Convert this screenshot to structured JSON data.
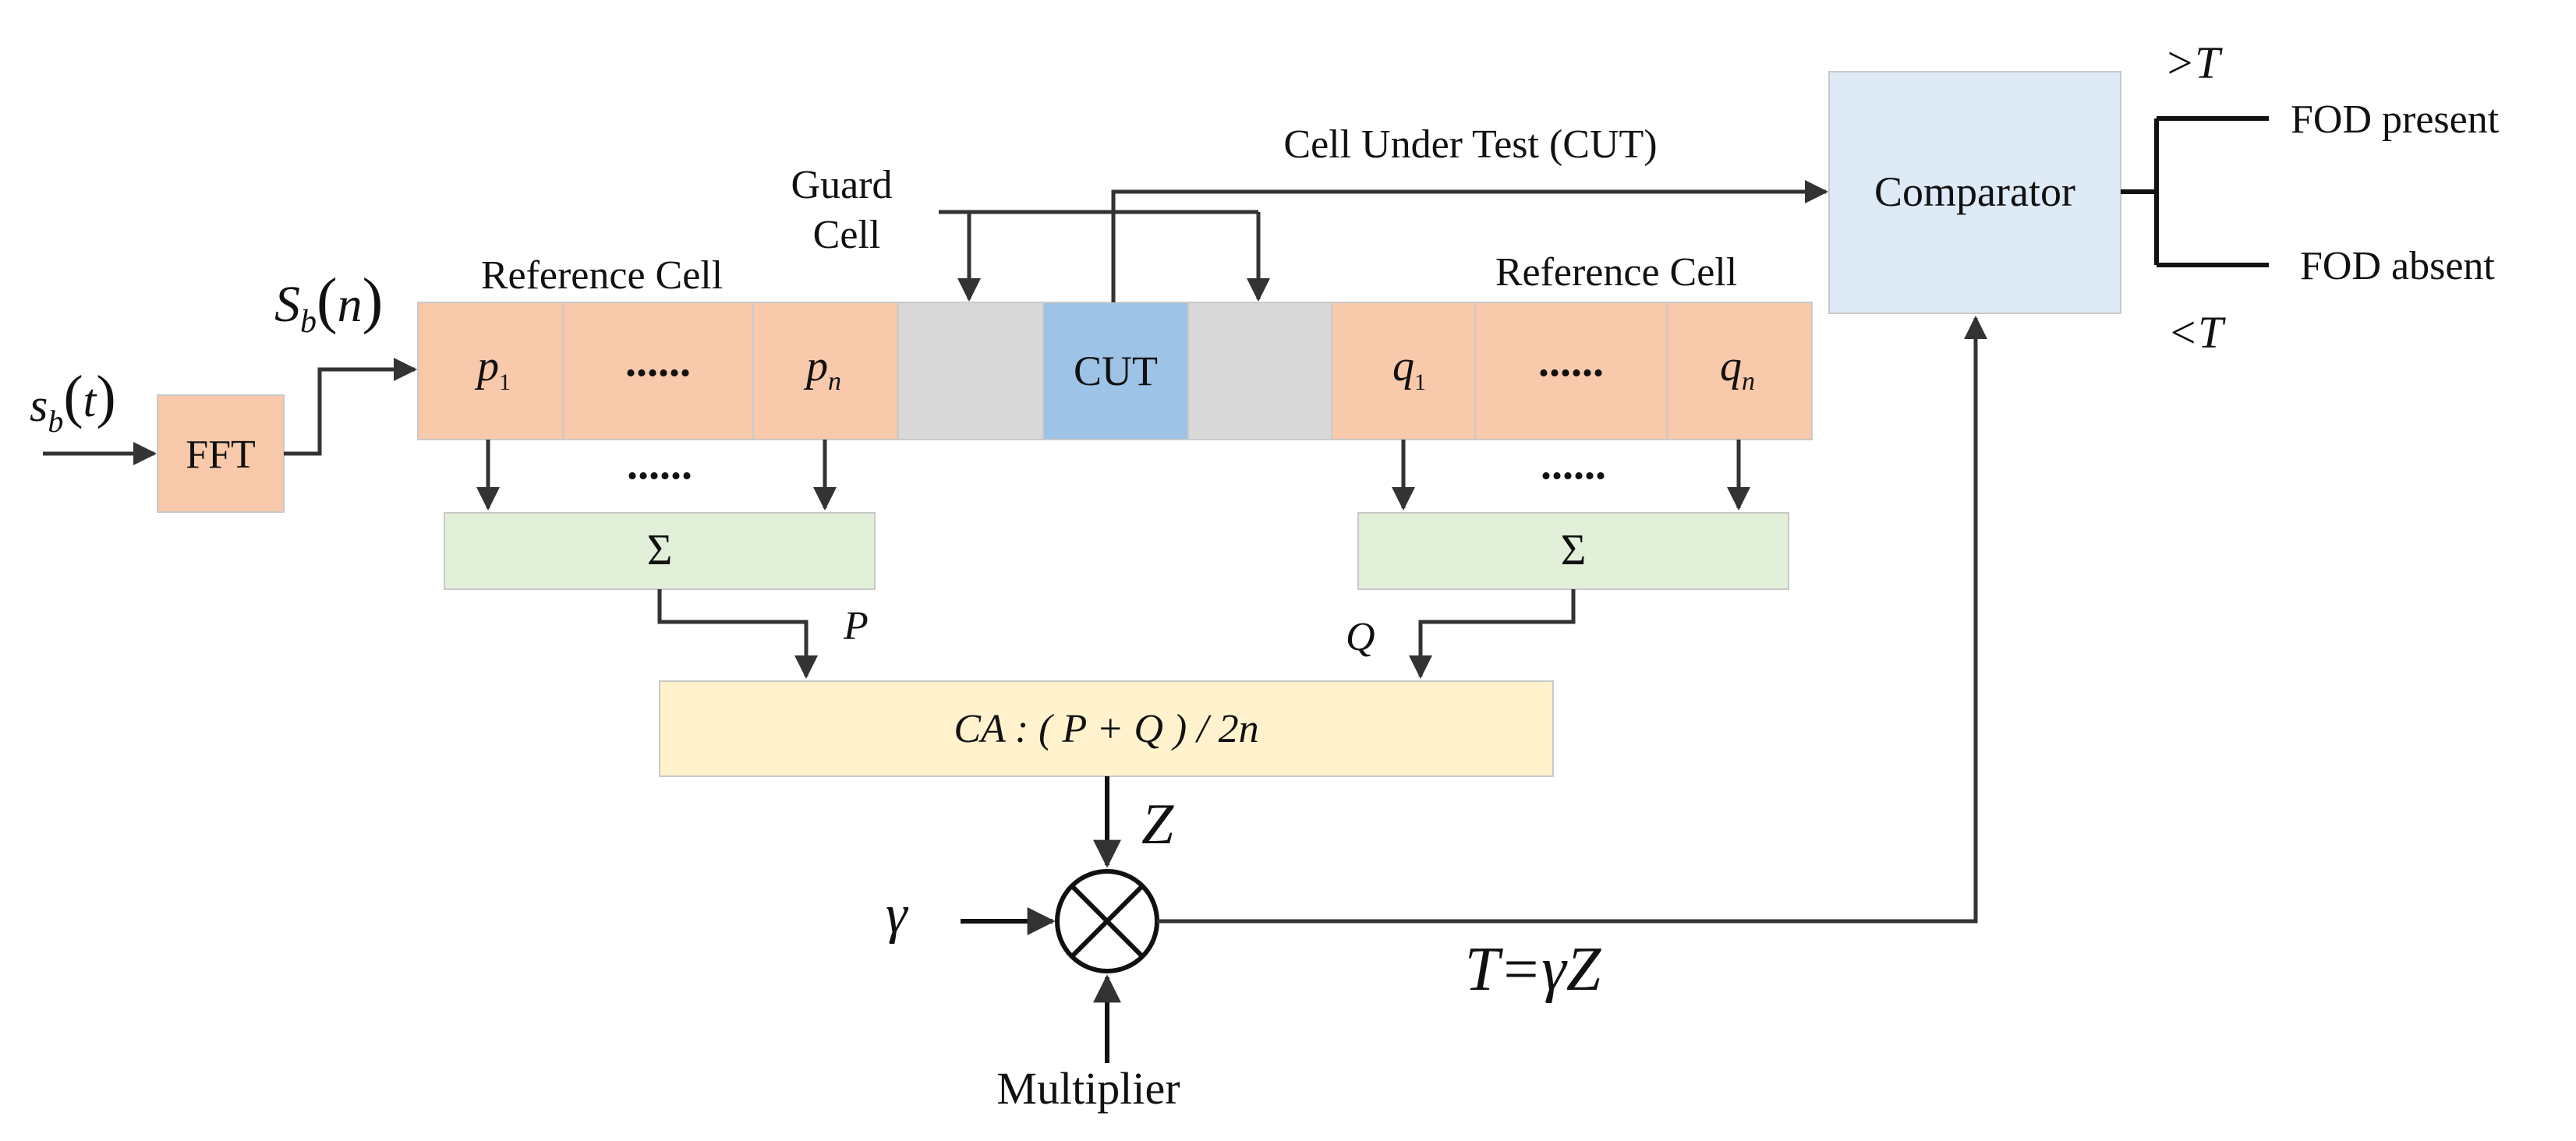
{
  "input": {
    "signal": "s",
    "subscript": "b",
    "argument": "t"
  },
  "fft": {
    "label": "FFT"
  },
  "spectrum": {
    "signal": "S",
    "subscript": "b",
    "argument": "n"
  },
  "reference_left": {
    "title": "Reference Cell",
    "first": {
      "symbol": "p",
      "subscript": "1"
    },
    "dots": "......",
    "last": {
      "symbol": "p",
      "subscript": "n"
    }
  },
  "reference_right": {
    "title": "Reference Cell",
    "first": {
      "symbol": "q",
      "subscript": "1"
    },
    "dots": "......",
    "last": {
      "symbol": "q",
      "subscript": "n"
    }
  },
  "guard": {
    "line1": "Guard",
    "line2": "Cell"
  },
  "cut": {
    "label": "CUT",
    "path_label": "Cell Under Test (CUT)"
  },
  "summers": {
    "left": "Σ",
    "right": "Σ",
    "dots": "......"
  },
  "sum_outputs": {
    "left": "P",
    "right": "Q"
  },
  "ca": {
    "label": "CA : ( P + Q ) / 2n"
  },
  "z_label": "Z",
  "gamma": "γ",
  "multiplier": {
    "label": "Multiplier"
  },
  "threshold": {
    "label": "T=γZ"
  },
  "comparator": {
    "label": "Comparator",
    "upper_condition": ">T",
    "lower_condition": "<T",
    "present": "FOD present",
    "absent": "FOD absent"
  },
  "colors": {
    "cell_fill": "#f8c9ab",
    "guard_fill": "#d9d9d9",
    "cut_fill": "#9dc3e6",
    "sum_fill": "#e2efd9",
    "ca_fill": "#fff2cc",
    "comparator_fill": "#deeaf6"
  }
}
